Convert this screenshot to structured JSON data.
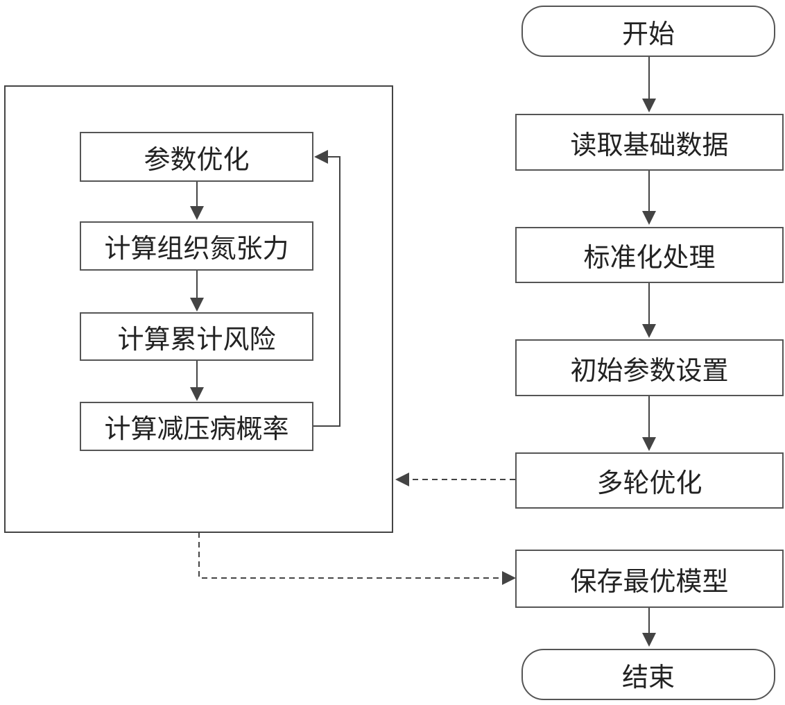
{
  "main": {
    "start": "开始",
    "read": "读取基础数据",
    "standardize": "标准化处理",
    "init": "初始参数设置",
    "multi": "多轮优化",
    "save": "保存最优模型",
    "end": "结束"
  },
  "loop": {
    "opt": "参数优化",
    "tension": "计算组织氮张力",
    "risk": "计算累计风险",
    "prob": "计算减压病概率"
  }
}
